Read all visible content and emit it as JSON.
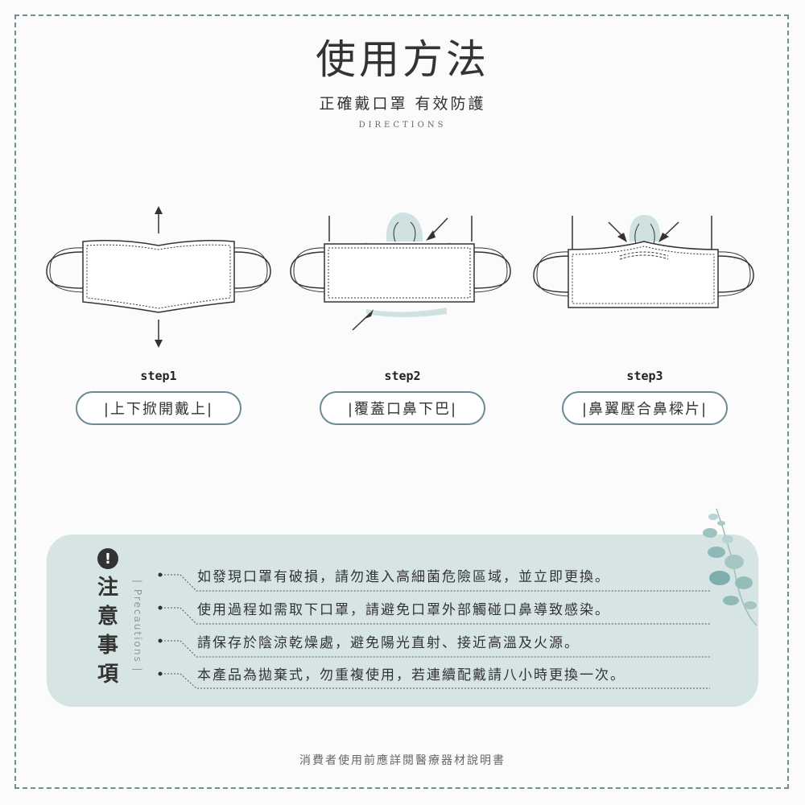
{
  "header": {
    "title": "使用方法",
    "subtitle": "正確戴口罩 有效防護",
    "english": "DIRECTIONS"
  },
  "steps": [
    {
      "label": "step1",
      "caption": "|上下掀開戴上|"
    },
    {
      "label": "step2",
      "caption": "|覆蓋口鼻下巴|"
    },
    {
      "label": "step3",
      "caption": "|鼻翼壓合鼻樑片|"
    }
  ],
  "notice": {
    "title": "注意事項",
    "english": "| Precautions |",
    "items": [
      "如發現口罩有破損，請勿進入高細菌危險區域，並立即更換。",
      "使用過程如需取下口罩，請避免口罩外部觸碰口鼻導致感染。",
      "請保存於陰涼乾燥處，避免陽光直射、接近高溫及火源。",
      "本產品為拋棄式，勿重複使用，若連續配戴請八小時更換一次。"
    ]
  },
  "footer": "消費者使用前應詳閱醫療器材說明書",
  "colors": {
    "accent": "#6b8b93",
    "panel": "#d6e4e3",
    "face": "#cfe1e0",
    "text": "#333333"
  }
}
